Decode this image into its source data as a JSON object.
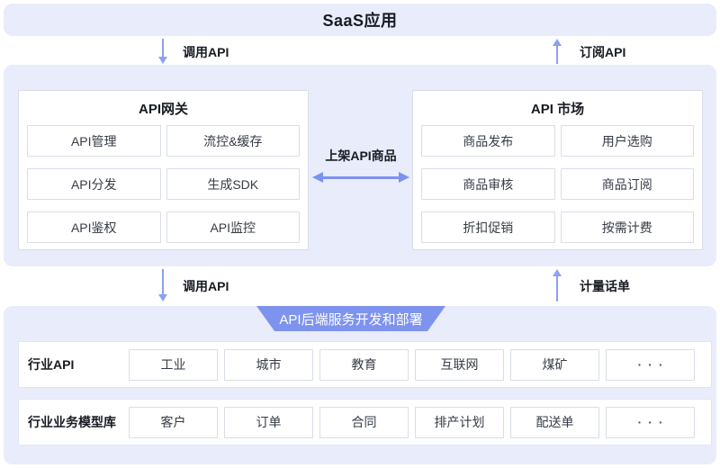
{
  "colors": {
    "band": "#e9ecfa",
    "accent": "#7e93ee",
    "arrow": "#8ba1f2",
    "harrow": "#7d92ef"
  },
  "top_band": {
    "title": "SaaS应用"
  },
  "flows": {
    "top_left": {
      "label": "调用API",
      "direction": "down"
    },
    "top_right": {
      "label": "订阅API",
      "direction": "up"
    },
    "middle": {
      "label": "上架API商品",
      "direction": "both"
    },
    "bottom_left": {
      "label": "调用API",
      "direction": "down"
    },
    "bottom_right": {
      "label": "计量话单",
      "direction": "up"
    }
  },
  "gateway": {
    "title": "API网关",
    "items": [
      "API管理",
      "流控&缓存",
      "API分发",
      "生成SDK",
      "API鉴权",
      "API监控"
    ]
  },
  "market": {
    "title": "API 市场",
    "items": [
      "商品发布",
      "用户选购",
      "商品审核",
      "商品订阅",
      "折扣促销",
      "按需计费"
    ]
  },
  "backend": {
    "badge": "API后端服务开发和部署",
    "rows": [
      {
        "label": "行业API",
        "items": [
          "工业",
          "城市",
          "教育",
          "互联网",
          "煤矿",
          "···"
        ]
      },
      {
        "label": "行业业务模型库",
        "items": [
          "客户",
          "订单",
          "合同",
          "排产计划",
          "配送单",
          "···"
        ]
      }
    ]
  }
}
